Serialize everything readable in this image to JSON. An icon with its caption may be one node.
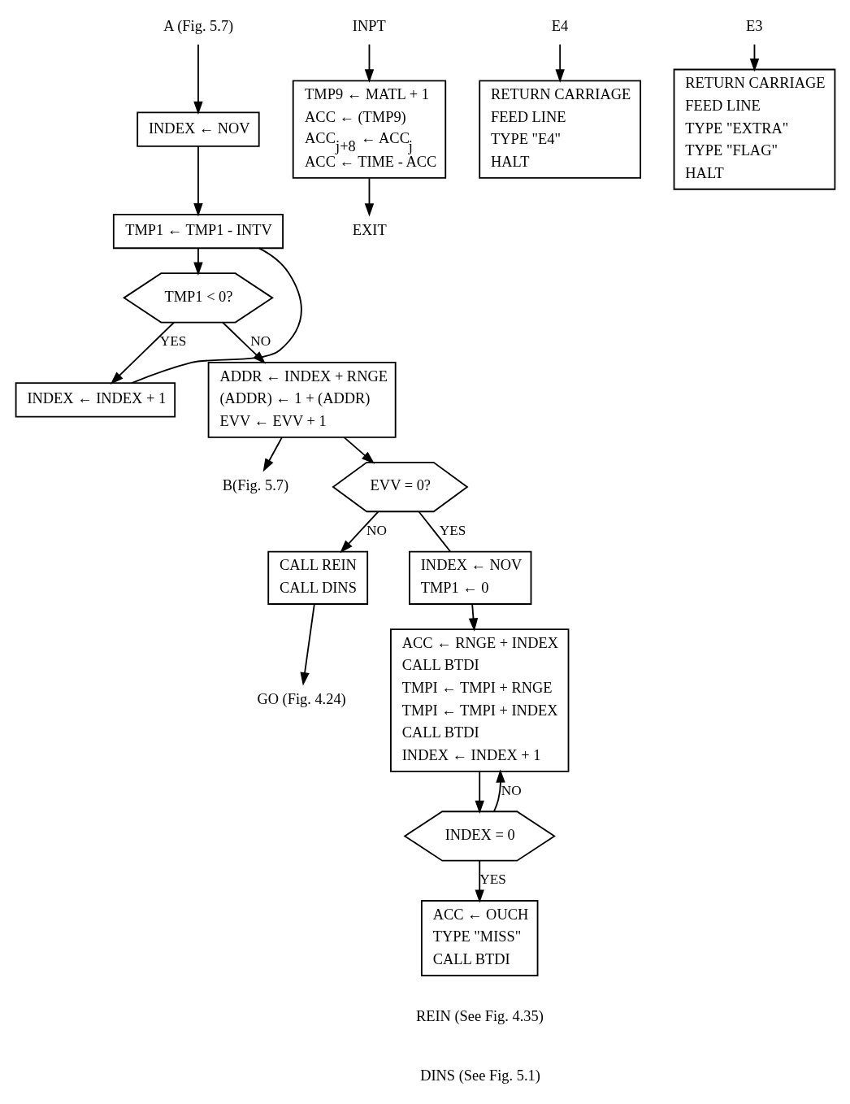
{
  "diagram": {
    "nodes": [
      {
        "text": [
          "A (Fig. 5.7)"
        ]
      },
      {
        "text": [
          "INDEX ← NOV"
        ]
      },
      {
        "text": [
          "TMP1 ← TMP1 - INTV"
        ]
      },
      {
        "text": [
          "TMP1 < 0?"
        ]
      },
      {
        "text": [
          "INDEX ← INDEX + 1"
        ]
      },
      {
        "text": [
          "ADDR ← INDEX + RNGE",
          "(ADDR) ← 1 + (ADDR)",
          "EVV ← EVV + 1"
        ]
      },
      {
        "text": [
          "B(Fig. 5.7)"
        ]
      },
      {
        "text": [
          "EVV = 0?"
        ]
      },
      {
        "text": [
          "CALL REIN",
          "CALL DINS"
        ]
      },
      {
        "text": [
          "GO (Fig. 4.24)"
        ]
      },
      {
        "text": [
          "INDEX ← NOV",
          "TMP1 ← 0"
        ]
      },
      {
        "text": [
          "ACC ← RNGE + INDEX",
          "CALL BTDI",
          "TMPI ← TMPI + RNGE",
          "TMPI ← TMPI + INDEX",
          "CALL BTDI",
          "INDEX ← INDEX + 1"
        ]
      },
      {
        "text": [
          "INDEX = 0"
        ]
      },
      {
        "text": [
          "ACC ← OUCH",
          "TYPE \"MISS\"",
          "CALL BTDI"
        ]
      },
      {
        "text": [
          "INPT"
        ]
      },
      {
        "text": [
          "TMP9 ← MATL + 1",
          "ACC ← (TMP9)",
          "ACC$_{j+8}$ ← ACC$_{j}$",
          "ACC ← TIME - ACC"
        ]
      },
      {
        "text": [
          "EXIT"
        ]
      },
      {
        "text": [
          "E4"
        ]
      },
      {
        "text": [
          "RETURN CARRIAGE",
          "FEED LINE",
          "TYPE \"E4\"",
          "HALT"
        ]
      },
      {
        "text": [
          "E3"
        ]
      },
      {
        "text": [
          "RETURN CARRIAGE",
          "FEED LINE",
          "TYPE \"EXTRA\"",
          "TYPE \"FLAG\"",
          "HALT"
        ]
      }
    ],
    "edges": [
      {
        "from": 0,
        "to": 1,
        "arrow": "to"
      },
      {
        "from": 1,
        "to": 2,
        "arrow": "to"
      },
      {
        "from": 2,
        "to": 3,
        "arrow": "to"
      },
      {
        "from": 3,
        "to": 4,
        "arrow": "to",
        "label": "YES"
      },
      {
        "from": 3,
        "to": 5,
        "arrow": "to",
        "label": "NO"
      },
      {
        "from": 4,
        "to": 2,
        "arrow": "none"
      },
      {
        "from": 5,
        "to": 6,
        "arrow": "to"
      },
      {
        "from": 5,
        "to": 7,
        "arrow": "to"
      },
      {
        "from": 7,
        "to": 8,
        "arrow": "to",
        "label": "NO"
      },
      {
        "from": 7,
        "to": 10,
        "arrow": "none",
        "label": "YES"
      },
      {
        "from": 8,
        "to": 9,
        "arrow": "to"
      },
      {
        "from": 10,
        "to": 11,
        "arrow": "to"
      },
      {
        "from": 11,
        "to": 12,
        "arrow": "to"
      },
      {
        "from": 12,
        "to": 13,
        "arrow": "to",
        "label": "YES"
      },
      {
        "from": 12,
        "to": 11,
        "arrow": "to",
        "label": "NO"
      },
      {
        "from": 14,
        "to": 15,
        "arrow": "to"
      },
      {
        "from": 15,
        "to": 16,
        "arrow": "to"
      },
      {
        "from": 17,
        "to": 18,
        "arrow": "to"
      },
      {
        "from": 19,
        "to": 20,
        "arrow": "to"
      }
    ],
    "labels": [
      "REIN (See Fig. 4.35)",
      "DINS (See Fig. 5.1)"
    ]
  }
}
